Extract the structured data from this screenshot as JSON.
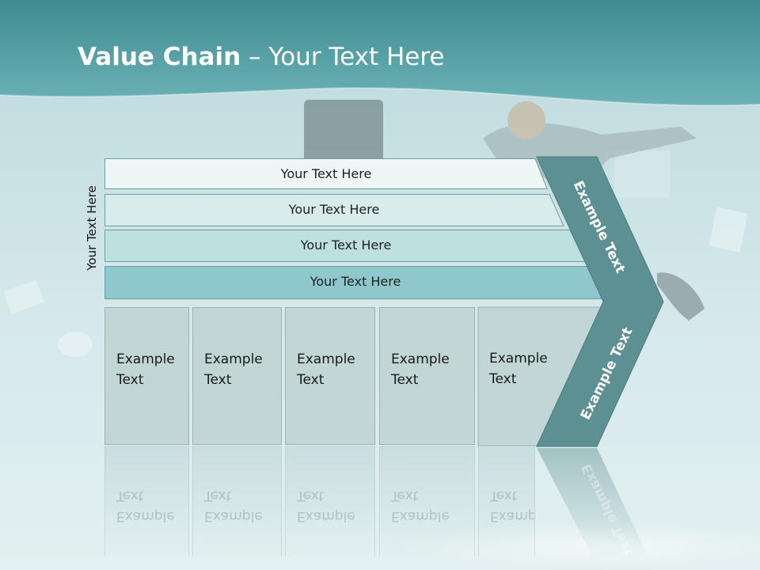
{
  "slide": {
    "title_bold": "Value Chain",
    "title_rest": " – Your Text Here",
    "vertical_label": "Your Text Here"
  },
  "rows": [
    {
      "label": "Your Text Here",
      "fill": "#eef6f6"
    },
    {
      "label": "Your Text Here",
      "fill": "#d9ecec"
    },
    {
      "label": "Your Text Here",
      "fill": "#bfe0e1"
    },
    {
      "label": "Your Text Here",
      "fill": "#8ec8cc"
    }
  ],
  "boxes": [
    {
      "line1": "Example",
      "line2": "Text"
    },
    {
      "line1": "Example",
      "line2": "Text"
    },
    {
      "line1": "Example",
      "line2": "Text"
    },
    {
      "line1": "Example",
      "line2": "Text"
    },
    {
      "line1": "Example",
      "line2": "Text"
    }
  ],
  "chevron": {
    "upper_text": "Example Text",
    "lower_text": "Example Text",
    "color": "#5c9092"
  },
  "colors": {
    "header": "#4f9ea3",
    "background": "#d7e9eb"
  }
}
